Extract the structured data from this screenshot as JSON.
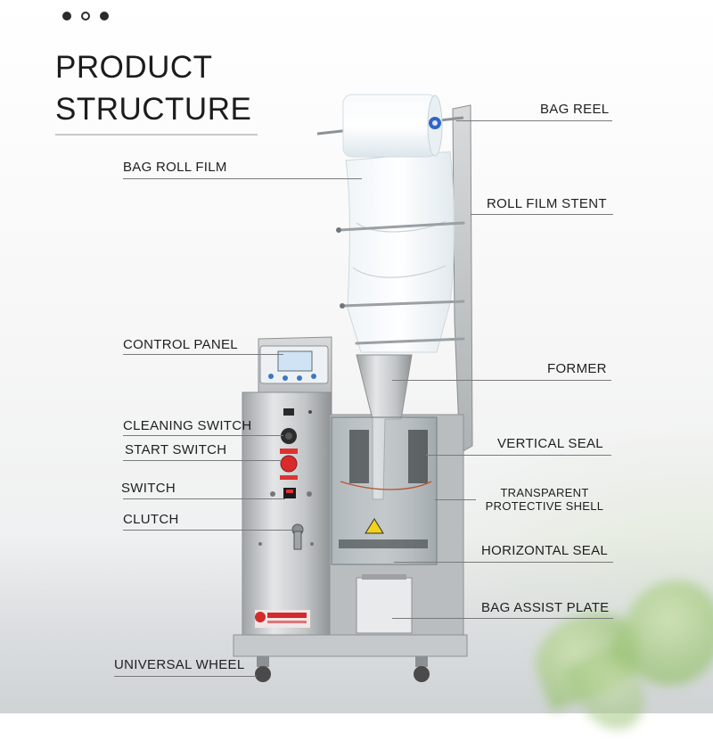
{
  "title": {
    "line1": "PRODUCT",
    "line2": "STRUCTURE"
  },
  "carousel": {
    "dot_count": 3,
    "active_dot": 2
  },
  "labels": {
    "bag_reel": "BAG REEL",
    "bag_roll_film": "BAG ROLL FILM",
    "roll_film_stent": "ROLL FILM STENT",
    "control_panel": "CONTROL PANEL",
    "former": "FORMER",
    "cleaning_switch": "CLEANING SWITCH",
    "vertical_seal": "VERTICAL SEAL",
    "start_switch": "START SWITCH",
    "transparent_line1": "TRANSPARENT",
    "transparent_line2": "PROTECTIVE SHELL",
    "switch": "SWITCH",
    "clutch": "CLUTCH",
    "horizontal_seal": "HORIZONTAL SEAL",
    "bag_assist_plate": "BAG ASSIST PLATE",
    "universal_wheel": "UNIVERSAL WHEEL"
  },
  "colors": {
    "text": "#1f1f1f",
    "leader_line": "#7a7a7a",
    "steel": "#c9ccce",
    "logo_red": "#d22c2c",
    "panel_screen": "#cfe3f5"
  }
}
